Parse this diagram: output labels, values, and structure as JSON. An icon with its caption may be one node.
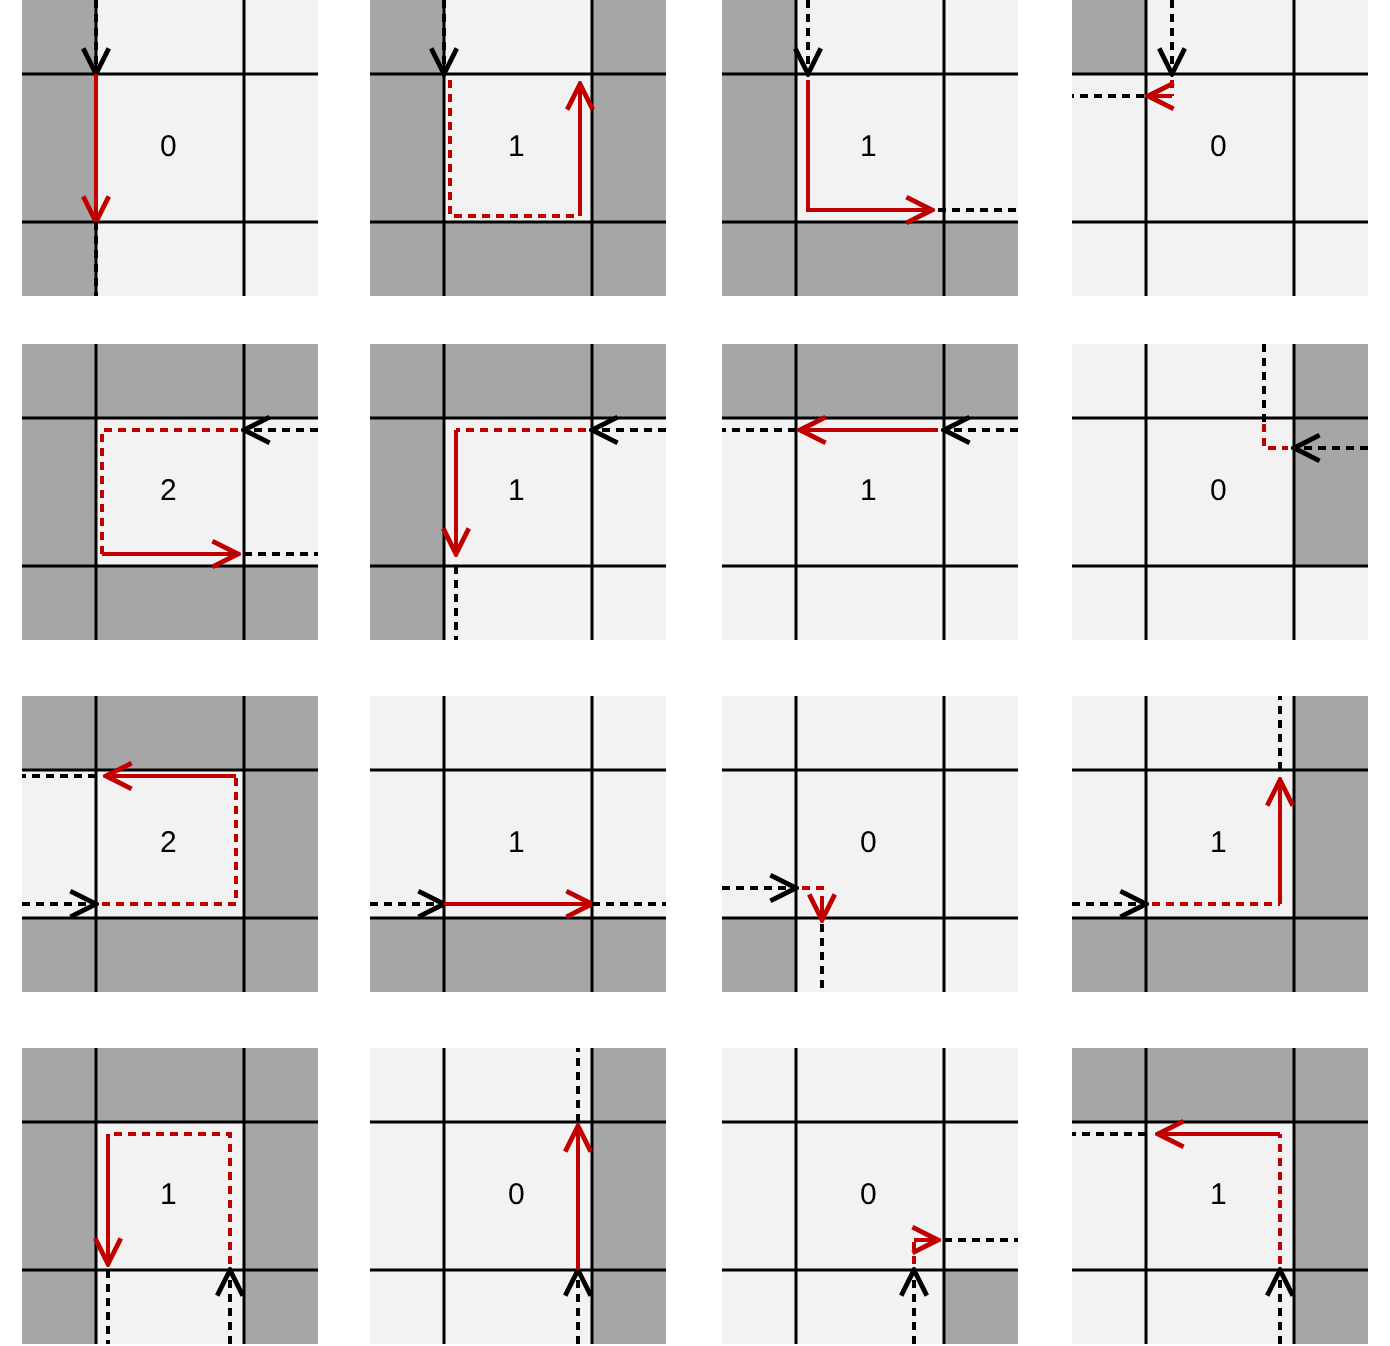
{
  "diagram": {
    "labels": [
      "0",
      "1",
      "1",
      "0",
      "2",
      "1",
      "1",
      "0",
      "2",
      "1",
      "0",
      "1",
      "1",
      "0",
      "0",
      "1"
    ]
  }
}
